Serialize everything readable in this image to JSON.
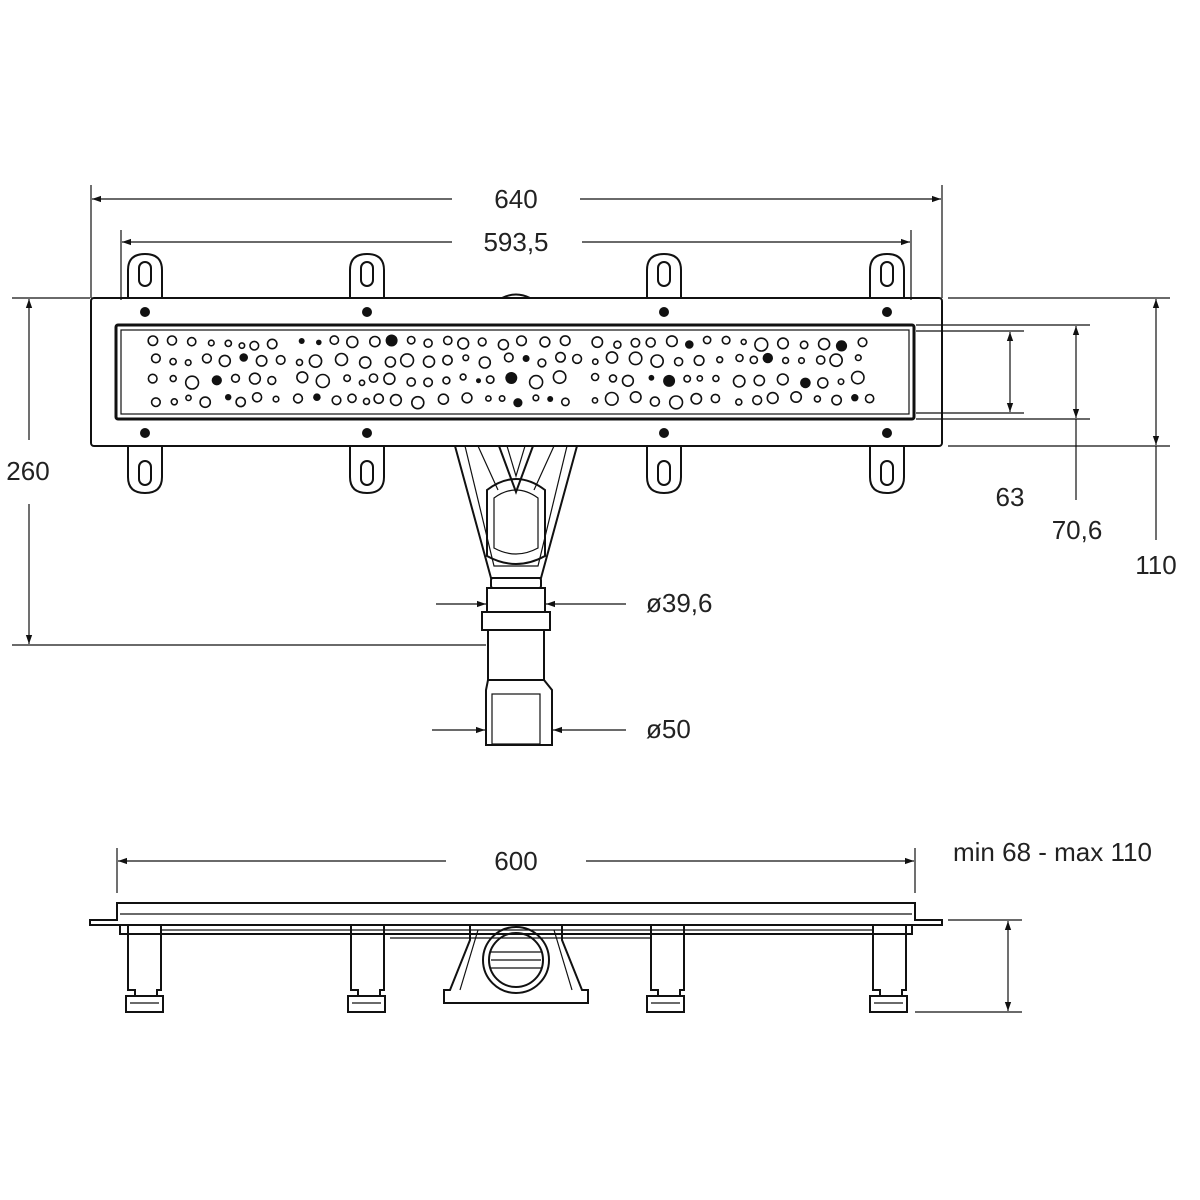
{
  "plan_view": {
    "overall_width": "640",
    "bracket_spacing": "593,5",
    "overall_height": "260",
    "dim_63": "63",
    "dim_70_6": "70,6",
    "dim_110": "110",
    "outlet_inner_diameter": "ø39,6",
    "outlet_outer_diameter": "ø50"
  },
  "side_view": {
    "length": "600",
    "height_range": "min 68 - max 110"
  }
}
